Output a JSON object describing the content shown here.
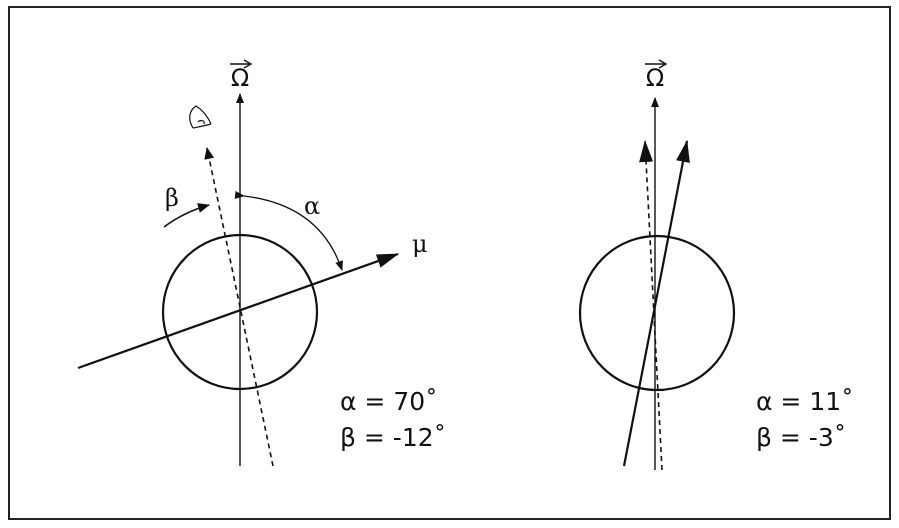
{
  "left_panel": {
    "omega_label": "Ω",
    "mu_label": "μ",
    "alpha_label": "α",
    "beta_label": "β",
    "alpha_equation": "α = 70˚",
    "beta_equation": "β = -12˚"
  },
  "right_panel": {
    "omega_label": "Ω",
    "alpha_equation": "α = 11˚",
    "beta_equation": "β = -3˚"
  }
}
